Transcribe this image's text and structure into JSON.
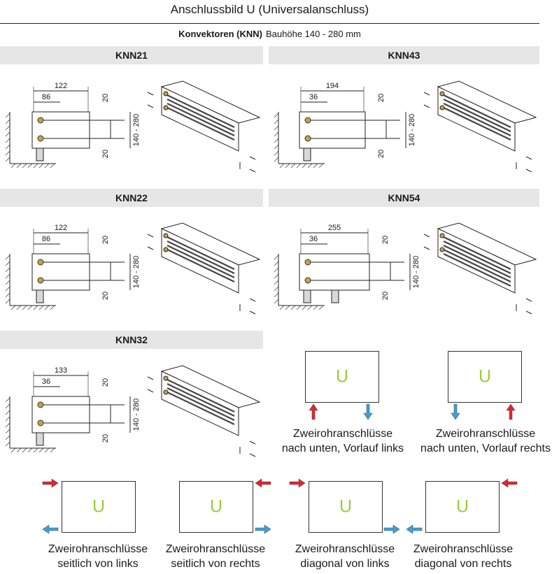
{
  "page": {
    "title": "Anschlussbild U (Universalanschluss)",
    "subtitle_product": "Konvektoren (KNN)",
    "subtitle_height": "Bauhöhe 140 - 280 mm"
  },
  "models": [
    {
      "name": "KNN21",
      "dims": {
        "outer": "122",
        "inner": "86",
        "top": "20",
        "bottom": "20",
        "height": "140 - 280"
      }
    },
    {
      "name": "KNN43",
      "dims": {
        "outer": "194",
        "inner": "36",
        "top": "20",
        "bottom": "20",
        "height": "140 - 280"
      }
    },
    {
      "name": "KNN22",
      "dims": {
        "outer": "122",
        "inner": "86",
        "top": "20",
        "bottom": "20",
        "height": "140 - 280"
      }
    },
    {
      "name": "KNN54",
      "dims": {
        "outer": "255",
        "inner": "36",
        "top": "20",
        "bottom": "20",
        "height": "140 - 280"
      }
    },
    {
      "name": "KNN32",
      "dims": {
        "outer": "133",
        "inner": "36",
        "top": "20",
        "bottom": "20",
        "height": "140 - 280"
      }
    }
  ],
  "connections": [
    {
      "letter": "U",
      "caption_line1": "Zweirohranschlüsse",
      "caption_line2": "nach unten, Vorlauf links"
    },
    {
      "letter": "U",
      "caption_line1": "Zweirohranschlüsse",
      "caption_line2": "nach unten, Vorlauf rechts"
    },
    {
      "letter": "U",
      "caption_line1": "Zweirohranschlüsse",
      "caption_line2": "seitlich von links"
    },
    {
      "letter": "U",
      "caption_line1": "Zweirohranschlüsse",
      "caption_line2": "seitlich von rechts"
    },
    {
      "letter": "U",
      "caption_line1": "Zweirohranschlüsse",
      "caption_line2": "diagonal von links"
    },
    {
      "letter": "U",
      "caption_line1": "Zweirohranschlüsse",
      "caption_line2": "diagonal von rechts"
    }
  ],
  "colors": {
    "supply": "#e0242c",
    "return": "#3aa0dc",
    "letter": "#9ccb3b",
    "band": "#e6e6e6"
  }
}
